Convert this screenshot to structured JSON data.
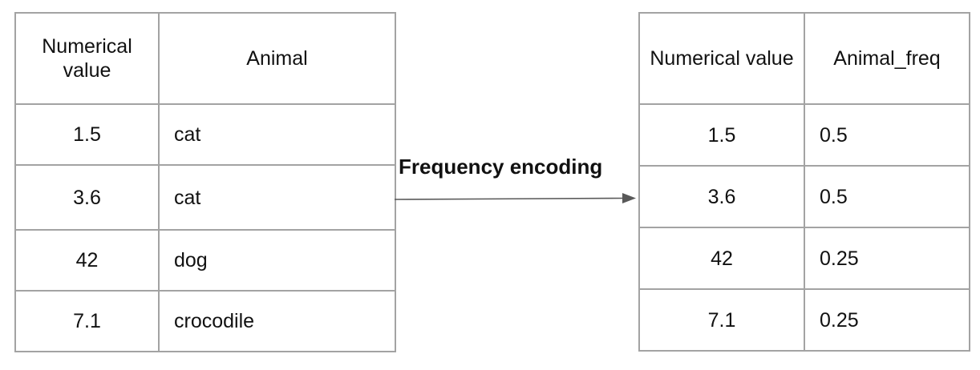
{
  "left_table": {
    "headers": [
      "Numerical value",
      "Animal"
    ],
    "rows": [
      [
        "1.5",
        "cat"
      ],
      [
        "3.6",
        "cat"
      ],
      [
        "42",
        "dog"
      ],
      [
        "7.1",
        "crocodile"
      ]
    ]
  },
  "arrow": {
    "label": "Frequency encoding",
    "color": "#595959"
  },
  "right_table": {
    "headers": [
      "Numerical value",
      "Animal_freq"
    ],
    "rows": [
      [
        "1.5",
        "0.5"
      ],
      [
        "3.6",
        "0.5"
      ],
      [
        "42",
        "0.25"
      ],
      [
        "7.1",
        "0.25"
      ]
    ]
  },
  "colors": {
    "border": "#a3a3a3",
    "text": "#111111"
  }
}
